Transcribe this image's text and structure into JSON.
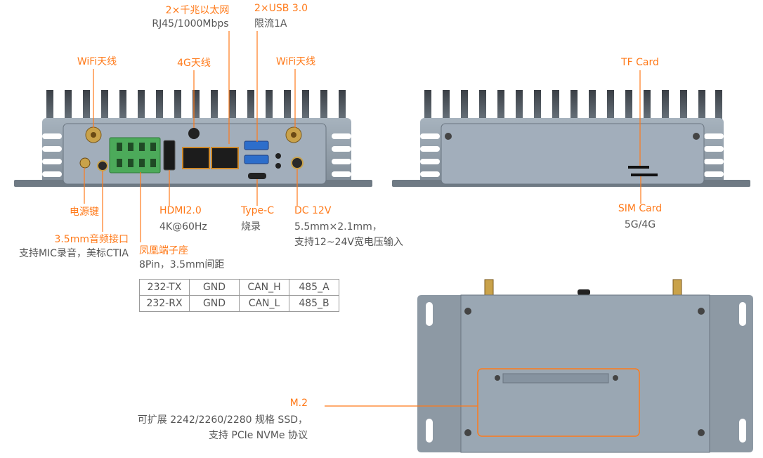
{
  "front": {
    "ethernet": {
      "label": "2×千兆以太网",
      "sub": "RJ45/1000Mbps"
    },
    "usb": {
      "label": "2×USB 3.0",
      "sub": "限流1A"
    },
    "wifi_left": {
      "label": "WiFi天线"
    },
    "antenna_4g": {
      "label": "4G天线"
    },
    "wifi_right": {
      "label": "WiFi天线"
    },
    "power_key": {
      "label": "电源键"
    },
    "audio": {
      "label": "3.5mm音频接口",
      "sub": "支持MIC录音，美标CTIA"
    },
    "phoenix": {
      "label": "凤凰端子座",
      "sub": "8Pin，3.5mm间距"
    },
    "hdmi": {
      "label": "HDMI2.0",
      "sub": "4K@60Hz"
    },
    "typec": {
      "label": "Type-C",
      "sub": "烧录"
    },
    "dc": {
      "label": "DC 12V",
      "sub1": "5.5mm×2.1mm，",
      "sub2": "支持12~24V宽电压输入"
    }
  },
  "pin_table": [
    [
      "232-TX",
      "GND",
      "CAN_H",
      "485_A"
    ],
    [
      "232-RX",
      "GND",
      "CAN_L",
      "485_B"
    ]
  ],
  "back": {
    "tf": {
      "label": "TF Card"
    },
    "sim": {
      "label": "SIM Card",
      "sub": "5G/4G"
    }
  },
  "bottom": {
    "m2": {
      "label": "M.2",
      "sub1": "可扩展 2242/2260/2280 规格 SSD，",
      "sub2": "支持 PCIe NVMe 协议"
    }
  },
  "colors": {
    "accent": "#ff7a1a",
    "chassis": "#8a96a2",
    "panel": "#9eabb7"
  }
}
